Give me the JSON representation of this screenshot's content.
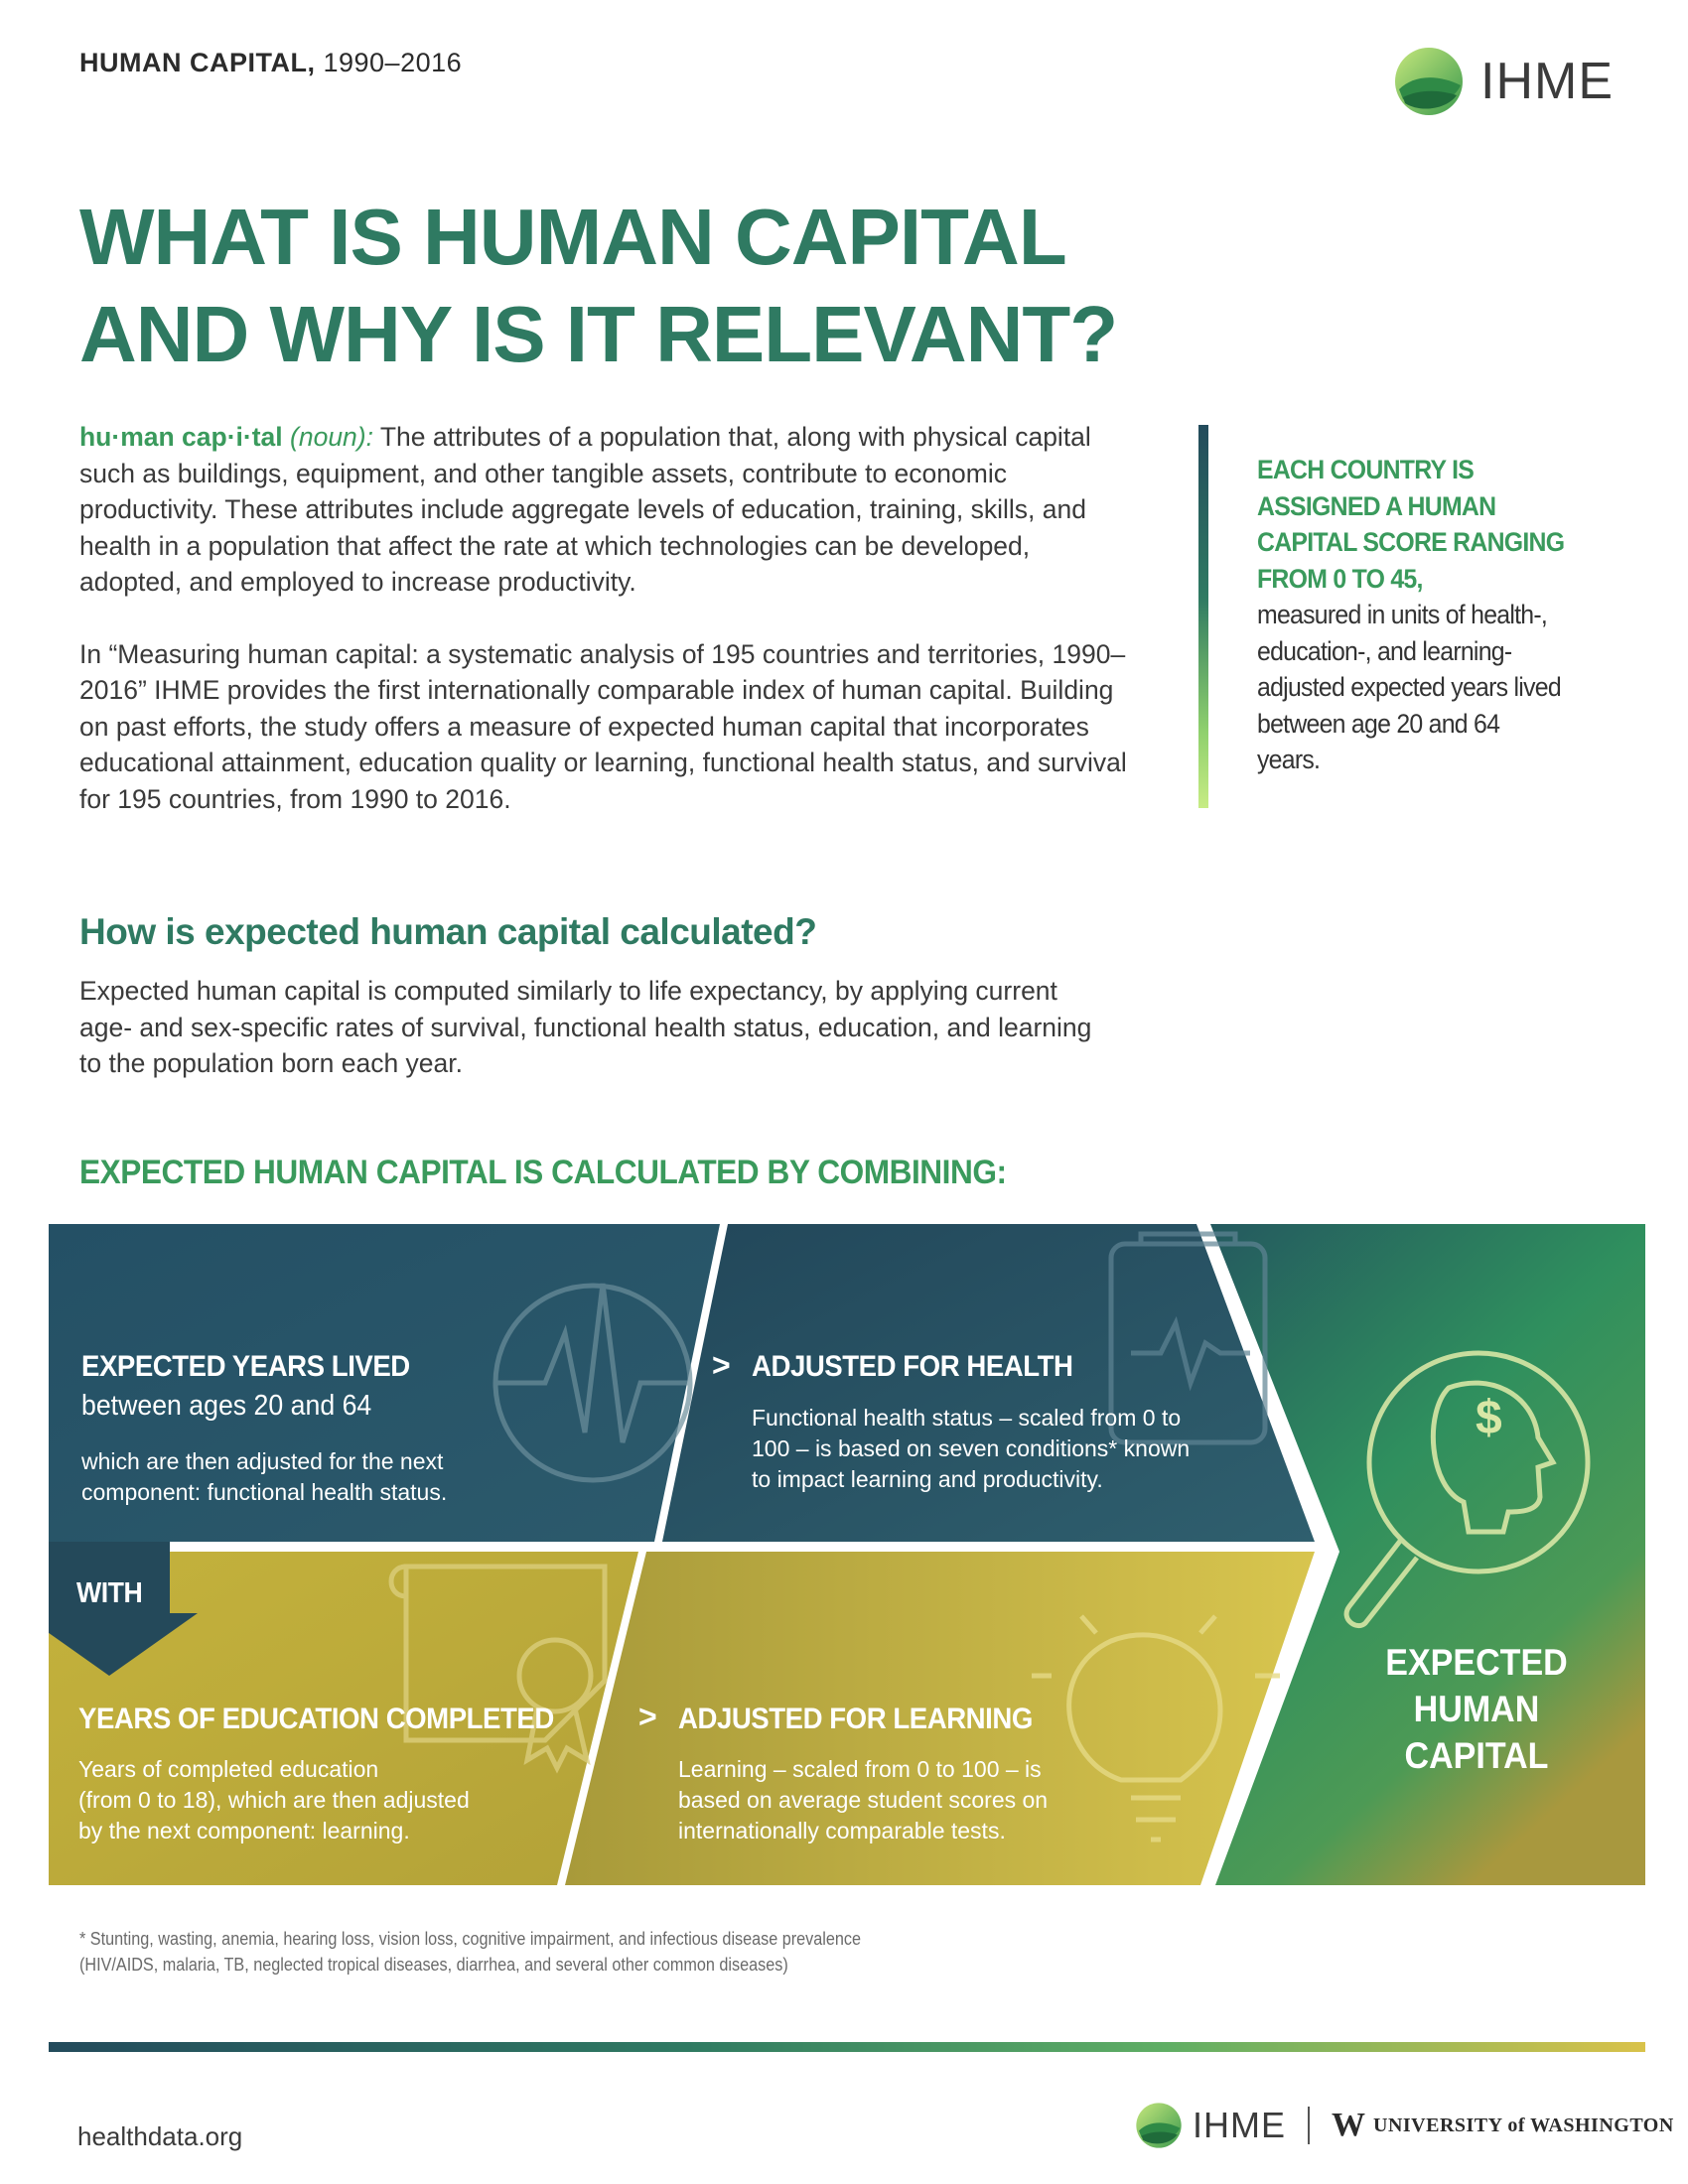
{
  "header": {
    "label_bold": "HUMAN CAPITAL,",
    "label_years": " 1990–2016",
    "logo_text": "IHME"
  },
  "title": {
    "line1": "WHAT IS HUMAN CAPITAL",
    "line2": "AND WHY IS IT RELEVANT?"
  },
  "intro": {
    "term": "hu·man cap·i·tal",
    "term_noun": " (noun):",
    "definition": " The attributes of a population that, along with physical capital such as buildings, equipment, and other tangible assets, contribute to economic productivity. These attributes include aggregate levels of education, training, skills, and health in a population that affect the rate at which technologies can be developed, adopted, and employed to increase productivity.",
    "paragraph2": "In “Measuring human capital: a systematic analysis of 195 countries and territories, 1990–2016” IHME provides the first internationally comparable index of human capital. Building on past efforts, the study offers a measure of expected human capital that incorporates educational attainment, education quality or learning, functional health status, and survival for 195 countries, from 1990 to 2016."
  },
  "sidebar": {
    "highlight": "EACH COUNTRY IS ASSIGNED A HUMAN CAPITAL SCORE RANGING FROM 0 TO 45,",
    "detail": "measured in units of health-, education-, and learning-adjusted expected years lived between age 20 and 64 years."
  },
  "calc": {
    "heading": "How is expected human capital calculated?",
    "body": "Expected human capital is computed similarly to life expectancy, by applying current age- and sex-specific rates of survival, functional health status, education, and learning to the population born each year."
  },
  "combining_heading": "EXPECTED HUMAN CAPITAL IS CALCULATED BY COMBINING:",
  "diagram": {
    "panel1": {
      "title": "EXPECTED YEARS LIVED",
      "subtitle": "between ages 20 and 64",
      "body1": "which are then adjusted for the next",
      "body2": "component: functional health status."
    },
    "panel2": {
      "arrow": ">",
      "title": "ADJUSTED FOR HEALTH",
      "body1": "Functional health status – scaled from 0 to",
      "body2": "100 – is based on seven conditions* known",
      "body3": "to impact learning and productivity."
    },
    "with_label": "WITH",
    "panel3": {
      "title": "YEARS OF EDUCATION COMPLETED",
      "body1": "Years of completed education",
      "body2": "(from 0 to 18), which are then adjusted",
      "body3": "by the next component: learning."
    },
    "panel4": {
      "arrow": ">",
      "title": "ADJUSTED FOR LEARNING",
      "body1": "Learning – scaled from 0 to 100 – is",
      "body2": "based on average student scores on",
      "body3": "internationally comparable tests."
    },
    "result": {
      "line1": "EXPECTED",
      "line2": "HUMAN",
      "line3": "CAPITAL",
      "icon_symbol": "$"
    }
  },
  "footnote": {
    "line1": "* Stunting, wasting, anemia, hearing loss, vision loss, cognitive impairment, and infectious disease prevalence",
    "line2": "(HIV/AIDS, malaria, TB, neglected tropical diseases, diarrhea, and several other common diseases)"
  },
  "footer": {
    "website": "healthdata.org",
    "ihme": "IHME",
    "uw_w": "W",
    "uw_text": "UNIVERSITY of WASHINGTON"
  },
  "colors": {
    "title_green": "#2f7a62",
    "accent_green": "#3a9a5c",
    "panel_teal": "#2a5266",
    "panel_gold": "#c9b640",
    "result_green": "#2f8a5e"
  }
}
